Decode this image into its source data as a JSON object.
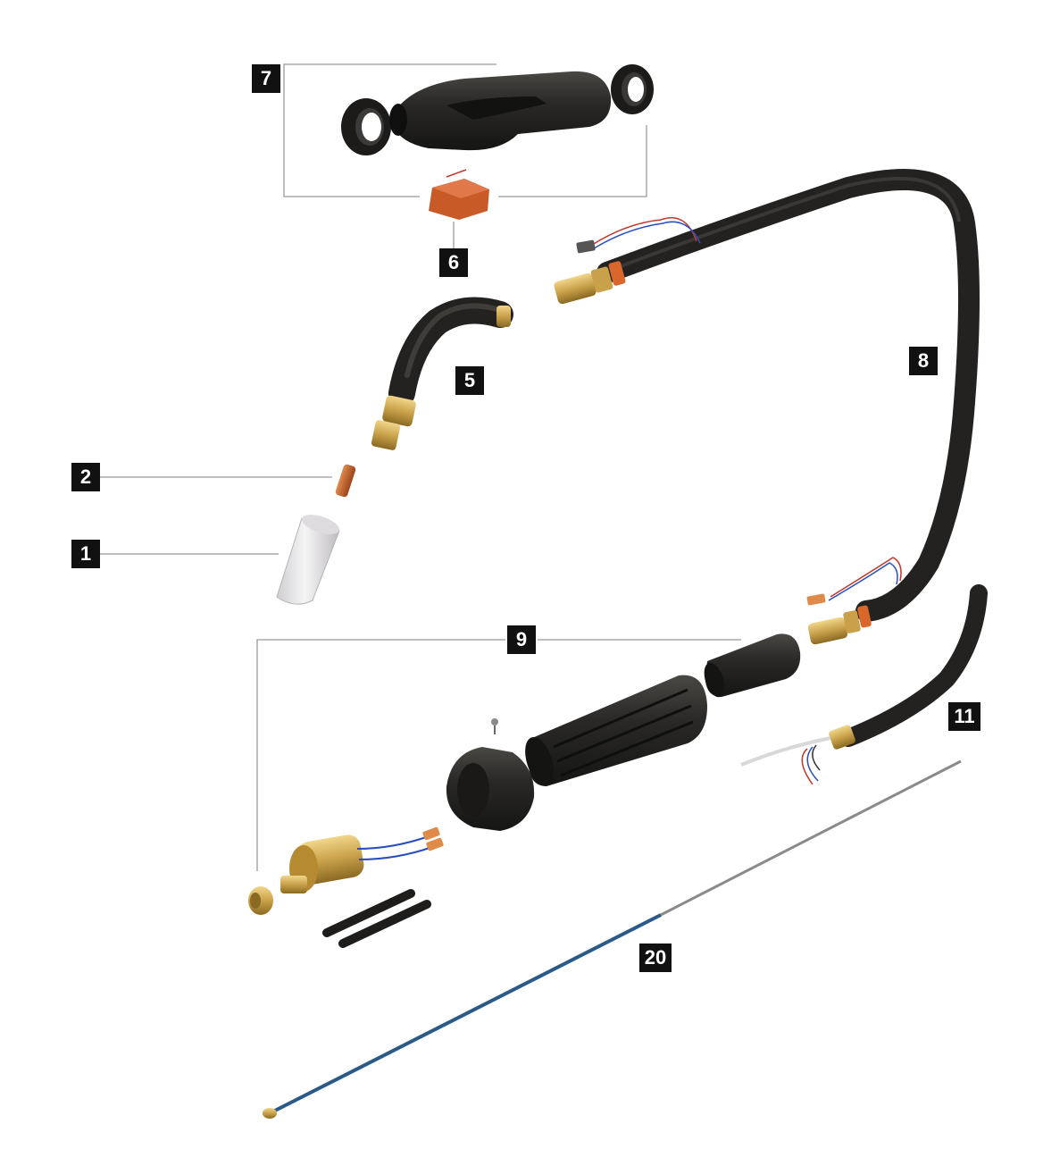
{
  "diagram": {
    "callouts": [
      {
        "id": "c1",
        "label": "1"
      },
      {
        "id": "c2",
        "label": "2"
      },
      {
        "id": "c5",
        "label": "5"
      },
      {
        "id": "c6",
        "label": "6"
      },
      {
        "id": "c7",
        "label": "7"
      },
      {
        "id": "c8",
        "label": "8"
      },
      {
        "id": "c9",
        "label": "9"
      },
      {
        "id": "c11",
        "label": "11"
      },
      {
        "id": "c20",
        "label": "20"
      }
    ],
    "colors": {
      "hose": "#2b2a28",
      "rubber": "#1e1d1c",
      "brass": "#c9a14a",
      "copper": "#c8642e",
      "nozzle": "#e8e6e8",
      "leader": "#9a9a9a",
      "liner_blue": "#2a5a8a",
      "liner_gray": "#8a8a8a",
      "wire_red": "#c0392b",
      "wire_blue": "#2a4fbf"
    }
  }
}
